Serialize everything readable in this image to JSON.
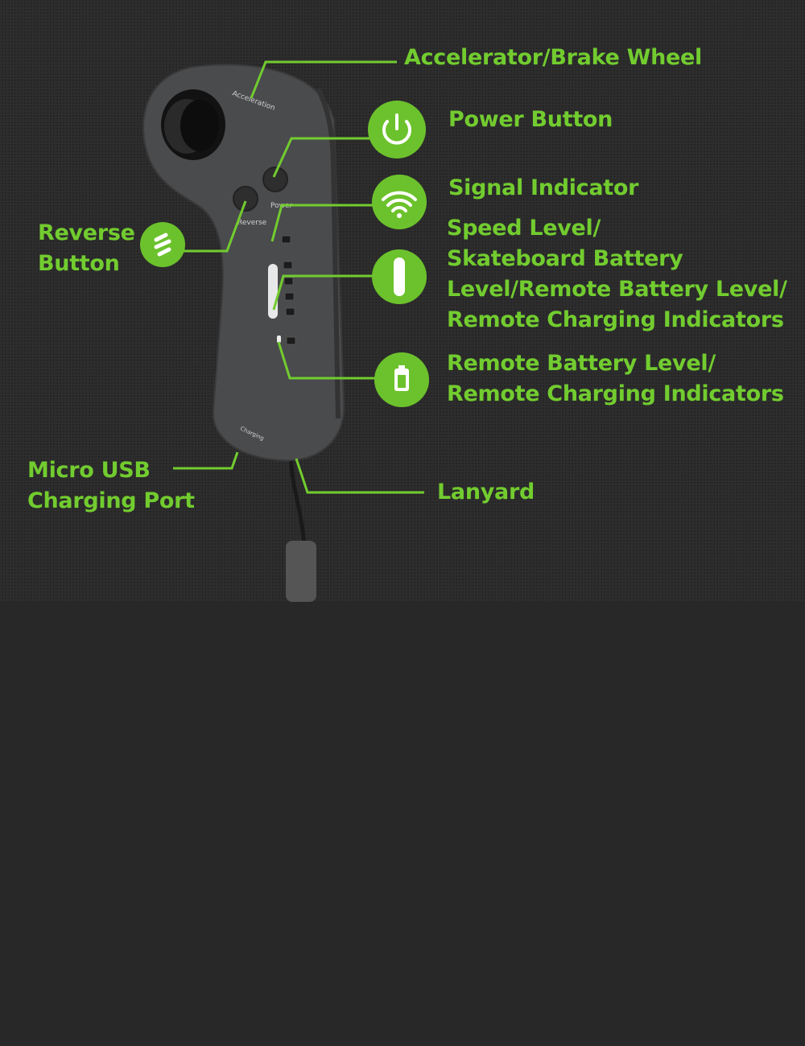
{
  "labels": {
    "accelerator": "Accelerator/Brake Wheel",
    "power": "Power Button",
    "signal": "Signal Indicator",
    "speed": [
      "Speed Level/",
      "Skateboard Battery",
      "Level/Remote Battery Level/",
      "Remote Charging Indicators"
    ],
    "remote_battery": [
      "Remote Battery Level/",
      "Remote Charging Indicators"
    ],
    "reverse": [
      "Reverse",
      "Button"
    ],
    "usb": [
      "Micro USB",
      "Charging Port"
    ],
    "lanyard": "Lanyard"
  },
  "device_text": {
    "acceleration": "Acceleration",
    "power": "Power",
    "reverse": "Reverse",
    "charging": "Charging"
  },
  "colors": {
    "accent": "#72cc2f",
    "background": "#282828"
  }
}
